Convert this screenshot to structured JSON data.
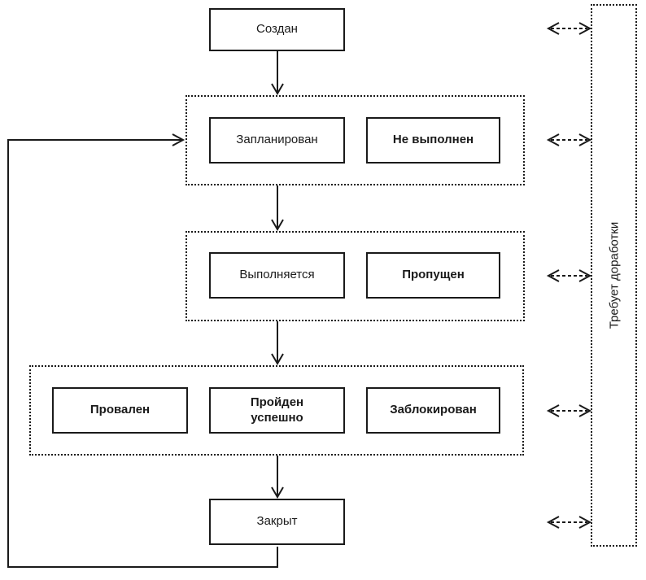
{
  "page": {
    "background": "#ffffff",
    "line_color": "#1a1a1a"
  },
  "diagram": {
    "type": "state-flowchart",
    "language": "ru",
    "nodes": {
      "created": "Создан",
      "planned": "Запланирован",
      "not_executed": "Не выполнен",
      "executing": "Выполняется",
      "skipped": "Пропущен",
      "failed": "Провален",
      "passed": "Пройден успешно",
      "blocked": "Заблокирован",
      "closed": "Закрыт",
      "rework": "Требует доработки"
    }
  }
}
